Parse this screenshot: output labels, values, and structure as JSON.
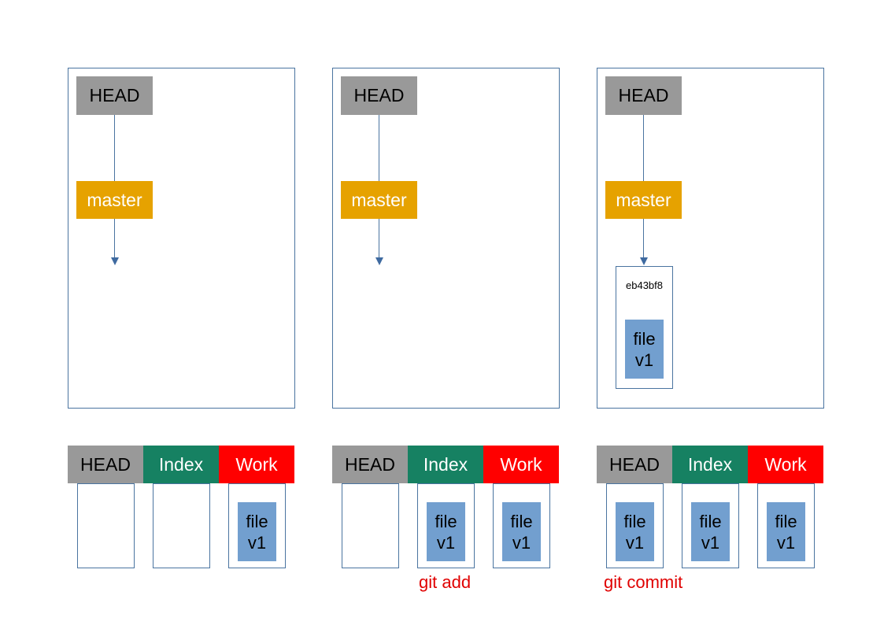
{
  "labels": {
    "head": "HEAD",
    "master": "master",
    "index": "Index",
    "work": "Work",
    "file_line1": "file",
    "file_line2": "v1"
  },
  "panels": [
    {
      "commit": null,
      "caption": ""
    },
    {
      "commit": null,
      "caption": "git add"
    },
    {
      "commit": "eb43bf8",
      "caption": "git commit"
    }
  ],
  "colors": {
    "head": "#999999",
    "branch": "#e6a200",
    "index": "#168162",
    "work": "#ff0000",
    "file": "#729fcf",
    "border": "#4a74a0",
    "caption": "#e00000"
  }
}
